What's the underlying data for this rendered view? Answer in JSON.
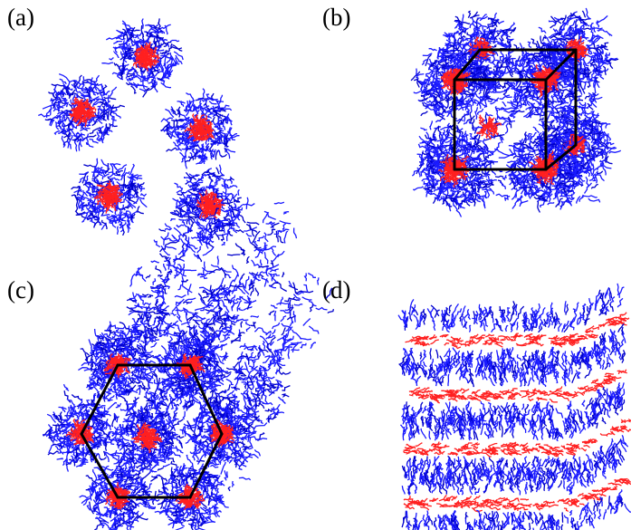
{
  "panels": [
    {
      "id": "a",
      "label": "(a)",
      "description_type": "isolated-micelles"
    },
    {
      "id": "b",
      "label": "(b)",
      "description_type": "cubic-lattice"
    },
    {
      "id": "c",
      "label": "(c)",
      "description_type": "hexagonal-cylinders"
    },
    {
      "id": "d",
      "label": "(d)",
      "description_type": "lamellar-layers"
    }
  ],
  "colors": {
    "shell": "#1a1aff",
    "shell_dark": "#0000cc",
    "core": "#ff2020",
    "frame": "#000000",
    "background": "#ffffff"
  }
}
